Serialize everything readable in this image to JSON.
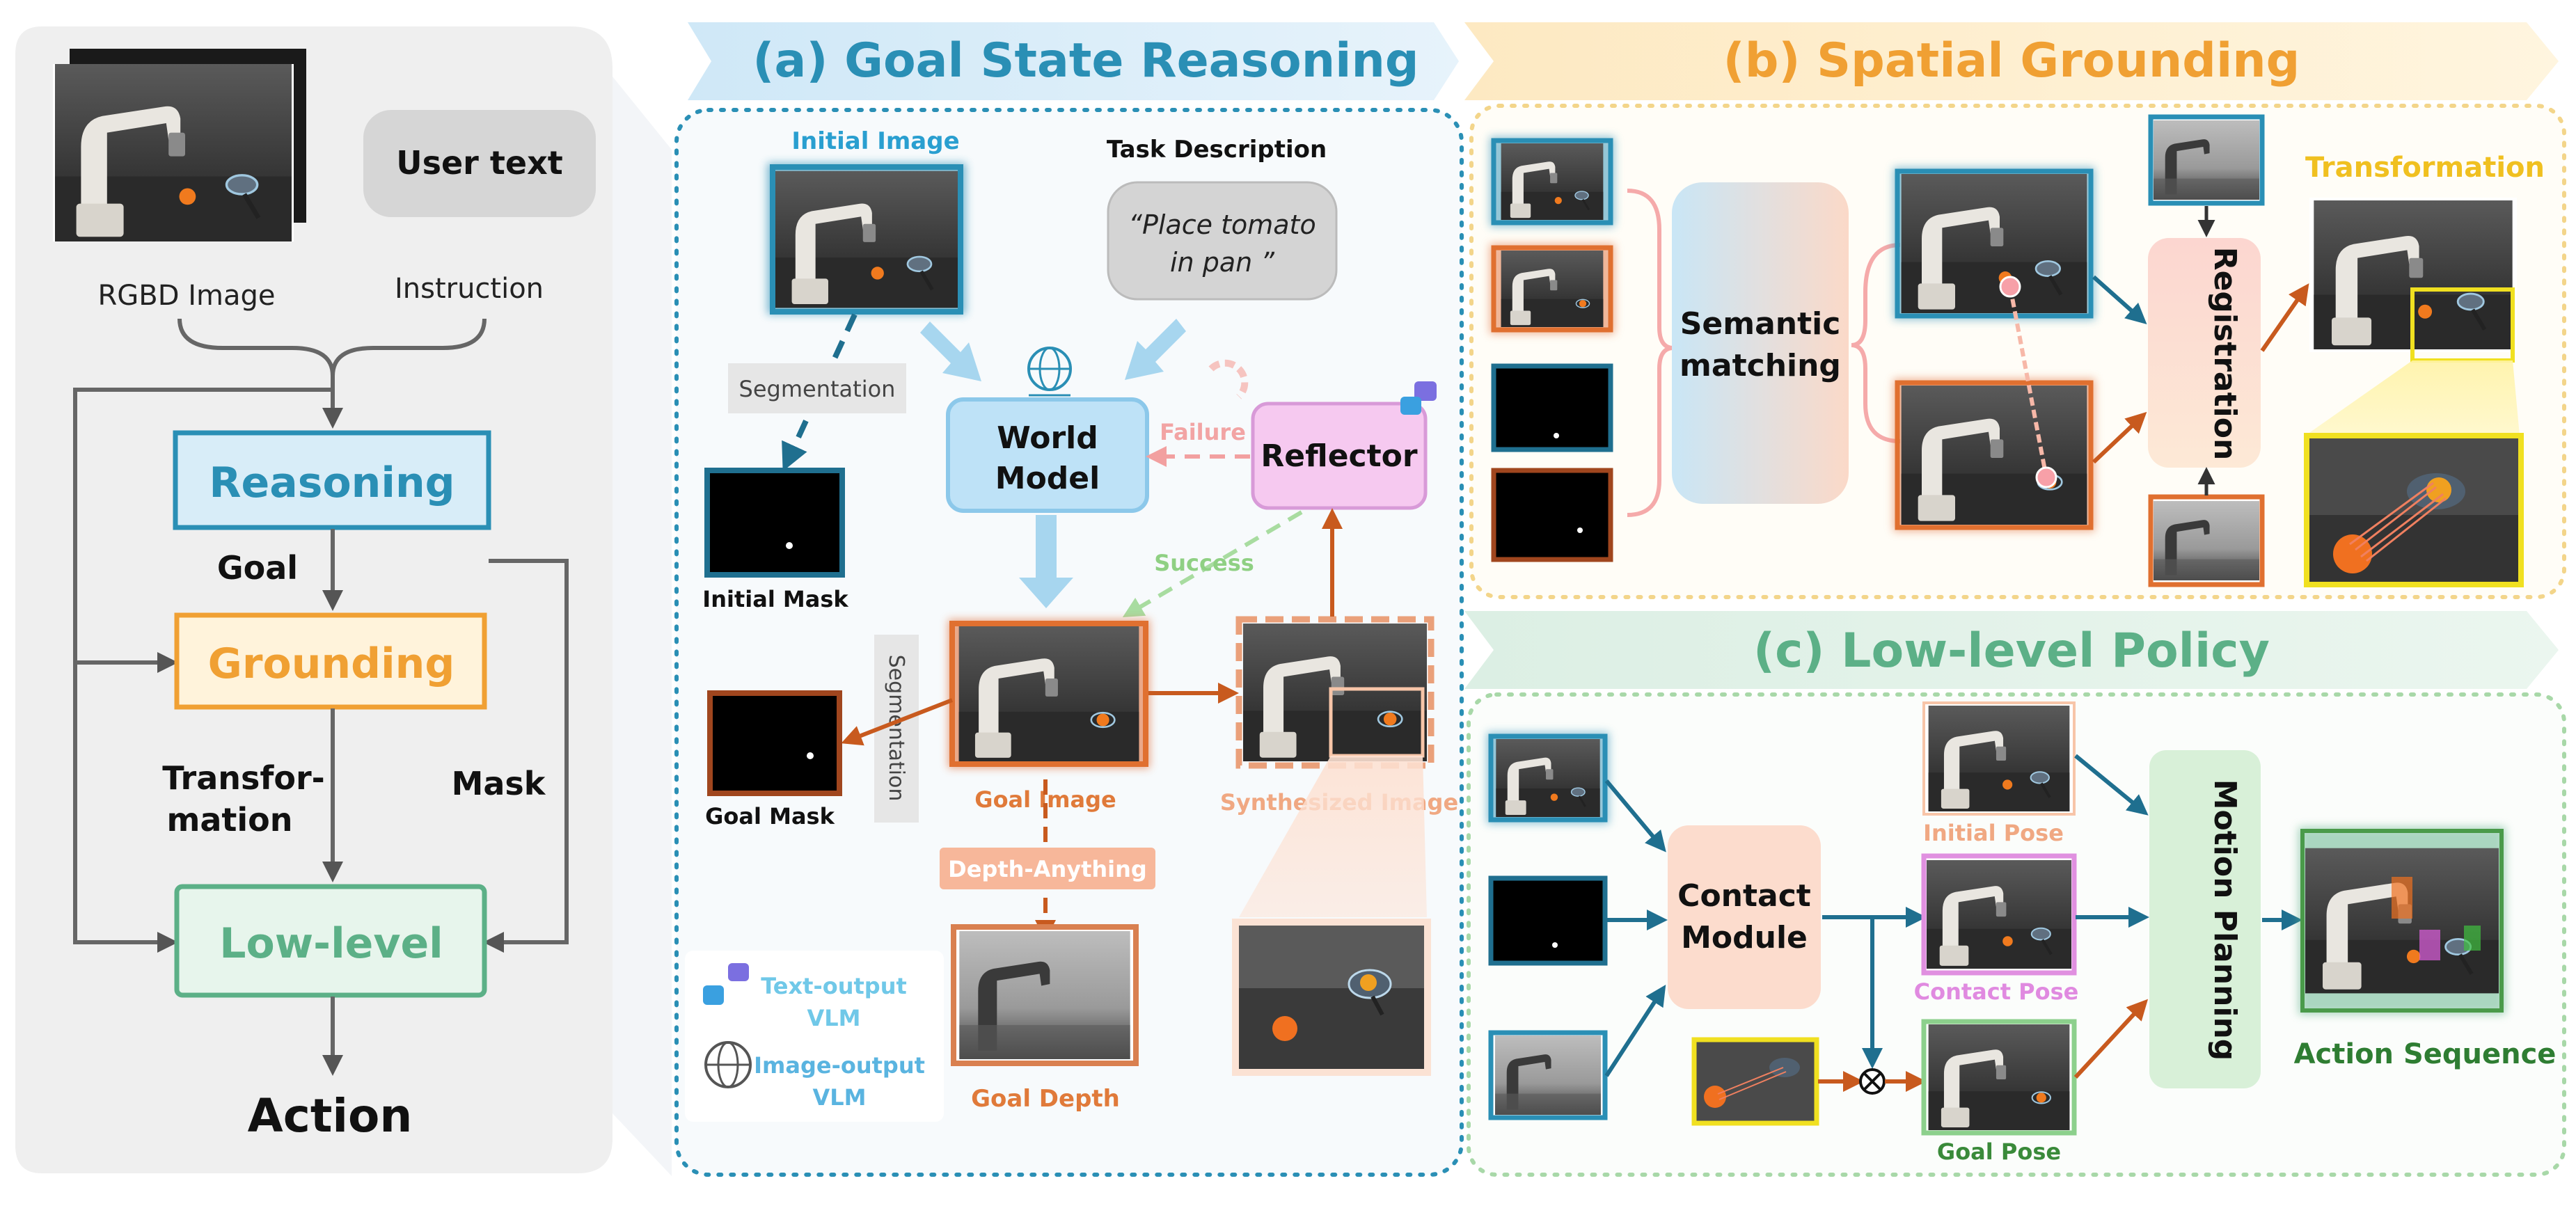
{
  "colors": {
    "blue_dark": "#2a8fb5",
    "blue_light": "#cfe9f7",
    "orange": "#f0a033",
    "orange_dark": "#c85a1e",
    "green": "#5cb087",
    "green_dark": "#2e7d32",
    "pink": "#f0c8ee",
    "peach": "#f8d9c9",
    "gray": "#e8e8e8"
  },
  "left_panel": {
    "rgbd_label": "RGBD Image",
    "user_text": "User text",
    "instruction_label": "Instruction",
    "reasoning": "Reasoning",
    "goal": "Goal",
    "grounding": "Grounding",
    "transformation_1": "Transfor-",
    "transformation_2": "mation",
    "mask": "Mask",
    "low_level": "Low-level",
    "action": "Action"
  },
  "section_a": {
    "title": "(a) Goal State Reasoning",
    "initial_image": "Initial Image",
    "task_description": "Task Description",
    "task_text_1": "“Place tomato",
    "task_text_2": "in pan ”",
    "segmentation": "Segmentation",
    "world_model_1": "World",
    "world_model_2": "Model",
    "failure": "Failure",
    "reflector": "Reflector",
    "success": "Success",
    "initial_mask": "Initial Mask",
    "segmentation_vertical": "Segmentation",
    "goal_mask": "Goal Mask",
    "goal_image": "Goal Image",
    "synthesized_image": "Synthesized Image",
    "depth_anything": "Depth-Anything",
    "goal_depth": "Goal Depth",
    "legend_text_1": "Text-output",
    "legend_text_2": "VLM",
    "legend_image_1": "Image-output",
    "legend_image_2": "VLM"
  },
  "section_b": {
    "title": "(b) Spatial Grounding",
    "semantic_1": "Semantic",
    "semantic_2": "matching",
    "registration": "Registration",
    "transformation": "Transformation"
  },
  "section_c": {
    "title": "(c) Low-level Policy",
    "contact_1": "Contact",
    "contact_2": "Module",
    "initial_pose": "Initial Pose",
    "contact_pose": "Contact Pose",
    "goal_pose": "Goal Pose",
    "motion_planning": "Motion Planning",
    "action_sequence": "Action Sequence"
  }
}
